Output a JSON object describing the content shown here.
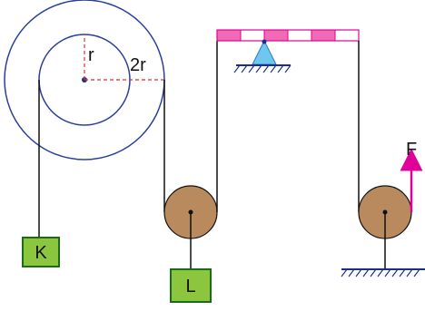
{
  "labels": {
    "inner_radius": "r",
    "outer_radius": "2r",
    "force": "F",
    "block_k": "K",
    "block_l": "L"
  },
  "colors": {
    "line": "#111111",
    "radius_dash": "#e03030",
    "pulley_fill": "#b98a5e",
    "block_fill": "#8cc63f",
    "block_border": "#1a6b1a",
    "beam_stripe": "#f06ab5",
    "beam_border": "#e0009a",
    "support_fill": "#6fc6ef",
    "hatch": "#1a2f8a",
    "force_arrow": "#e0009a"
  }
}
